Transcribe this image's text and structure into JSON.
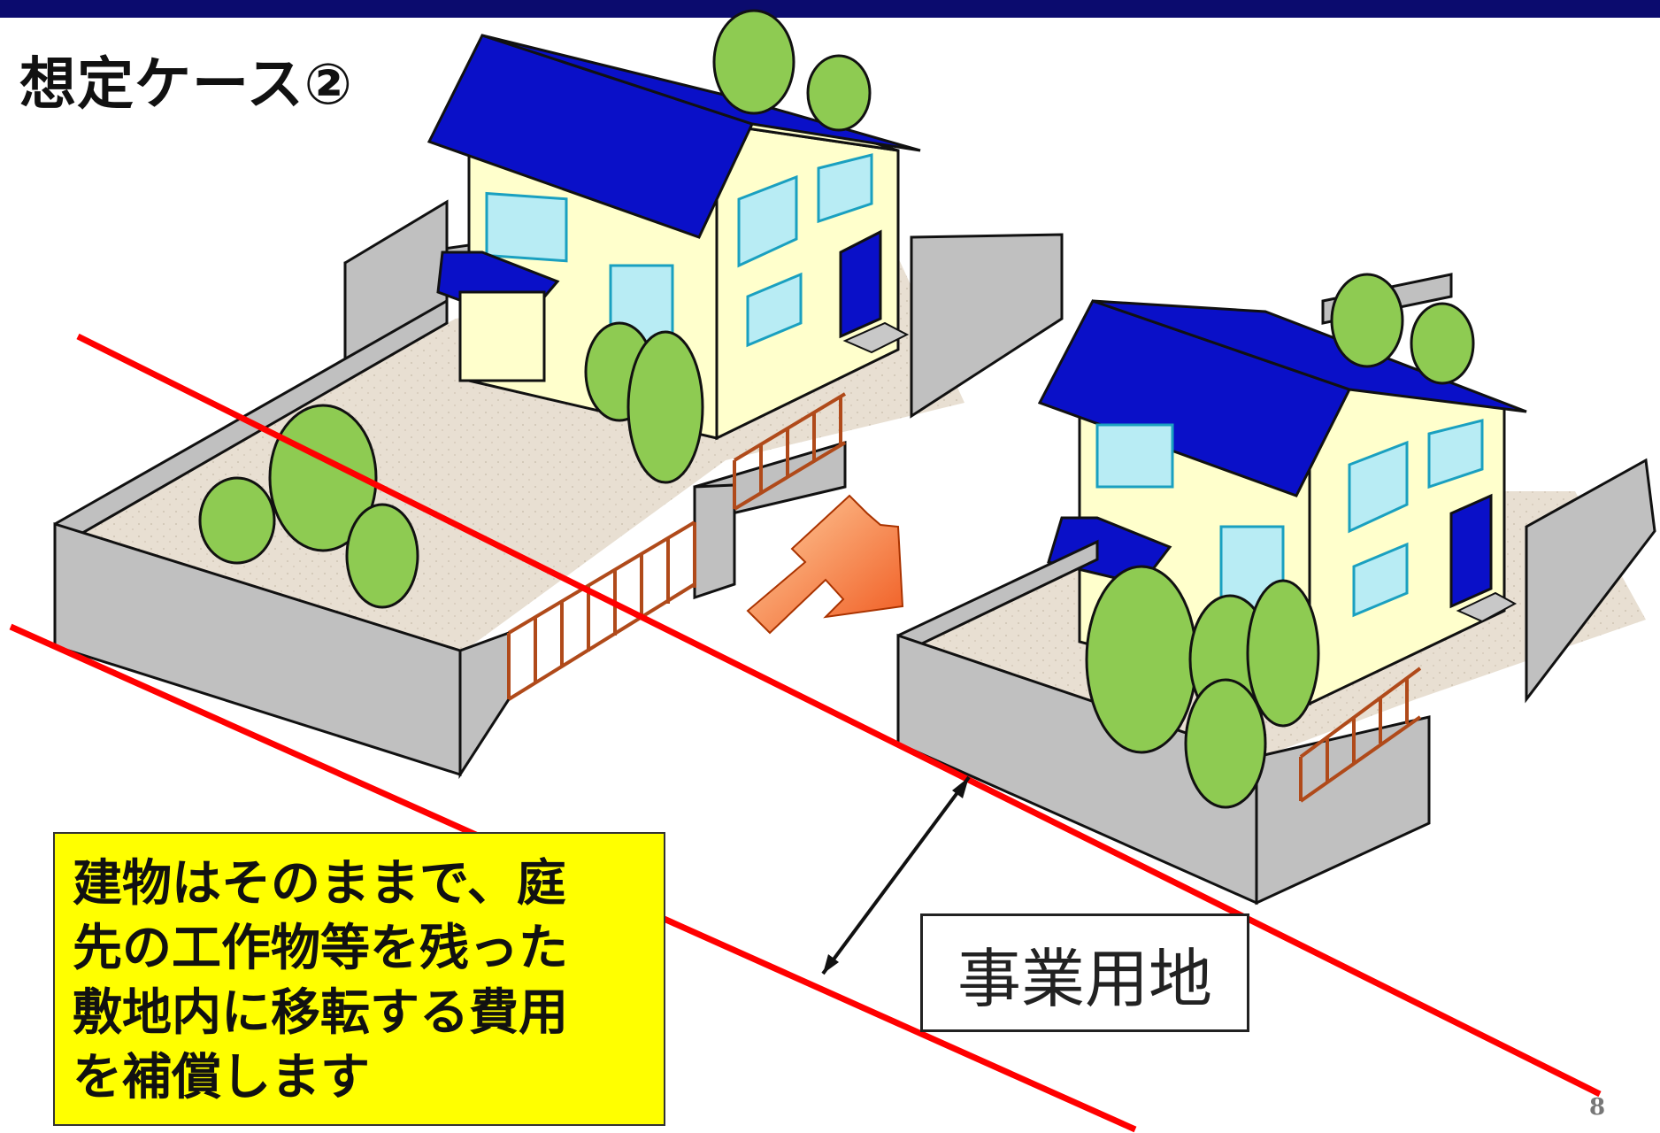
{
  "title": "想定ケース②",
  "note": {
    "lines": [
      "建物はそのままで、庭",
      "先の工作物等を残った",
      "敷地内に移転する費用",
      "を補償します"
    ]
  },
  "label": "事業用地",
  "page_number": "8",
  "colors": {
    "header_bar": "#0b0b6e",
    "roof": "#0a10c8",
    "wall": "#ffffcc",
    "window": "#b8ecf4",
    "fence": "#c0c0c0",
    "tree": "#8ecb52",
    "ground": "#e6ddd0",
    "boundary_line": "#ff0000",
    "arrow": "#f47a3c",
    "note_bg": "#ffff00"
  }
}
